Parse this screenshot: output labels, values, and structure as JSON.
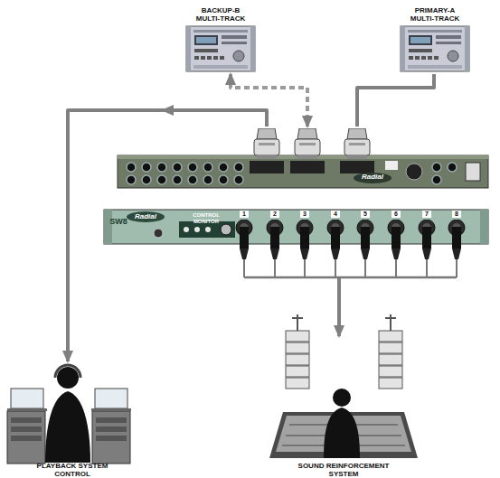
{
  "diagram": {
    "nodes": [
      {
        "text": [
          "BACKUP-B MULTI-TRACK"
        ]
      },
      {
        "text": [
          "PRIMARY-A MULTI-TRACK"
        ]
      },
      {
        "text": [
          "Radial"
        ]
      },
      {
        "text": [
          "SW8",
          "Radial",
          "CONTROL MONITOR"
        ]
      },
      {
        "text": [
          "PLAYBACK SYSTEM CONTROL"
        ]
      },
      {
        "text": [
          "SOUND REINFORCEMENT SYSTEM"
        ]
      }
    ],
    "edges": [
      {
        "from": 0,
        "to": 2,
        "arrow": "both"
      },
      {
        "from": 1,
        "to": 2,
        "arrow": "none"
      },
      {
        "from": 2,
        "to": 4,
        "arrow": "to"
      },
      {
        "from": 3,
        "to": 5,
        "arrow": "to"
      }
    ],
    "labels": [
      "1",
      "2",
      "3",
      "4",
      "5",
      "6",
      "7",
      "8"
    ]
  }
}
